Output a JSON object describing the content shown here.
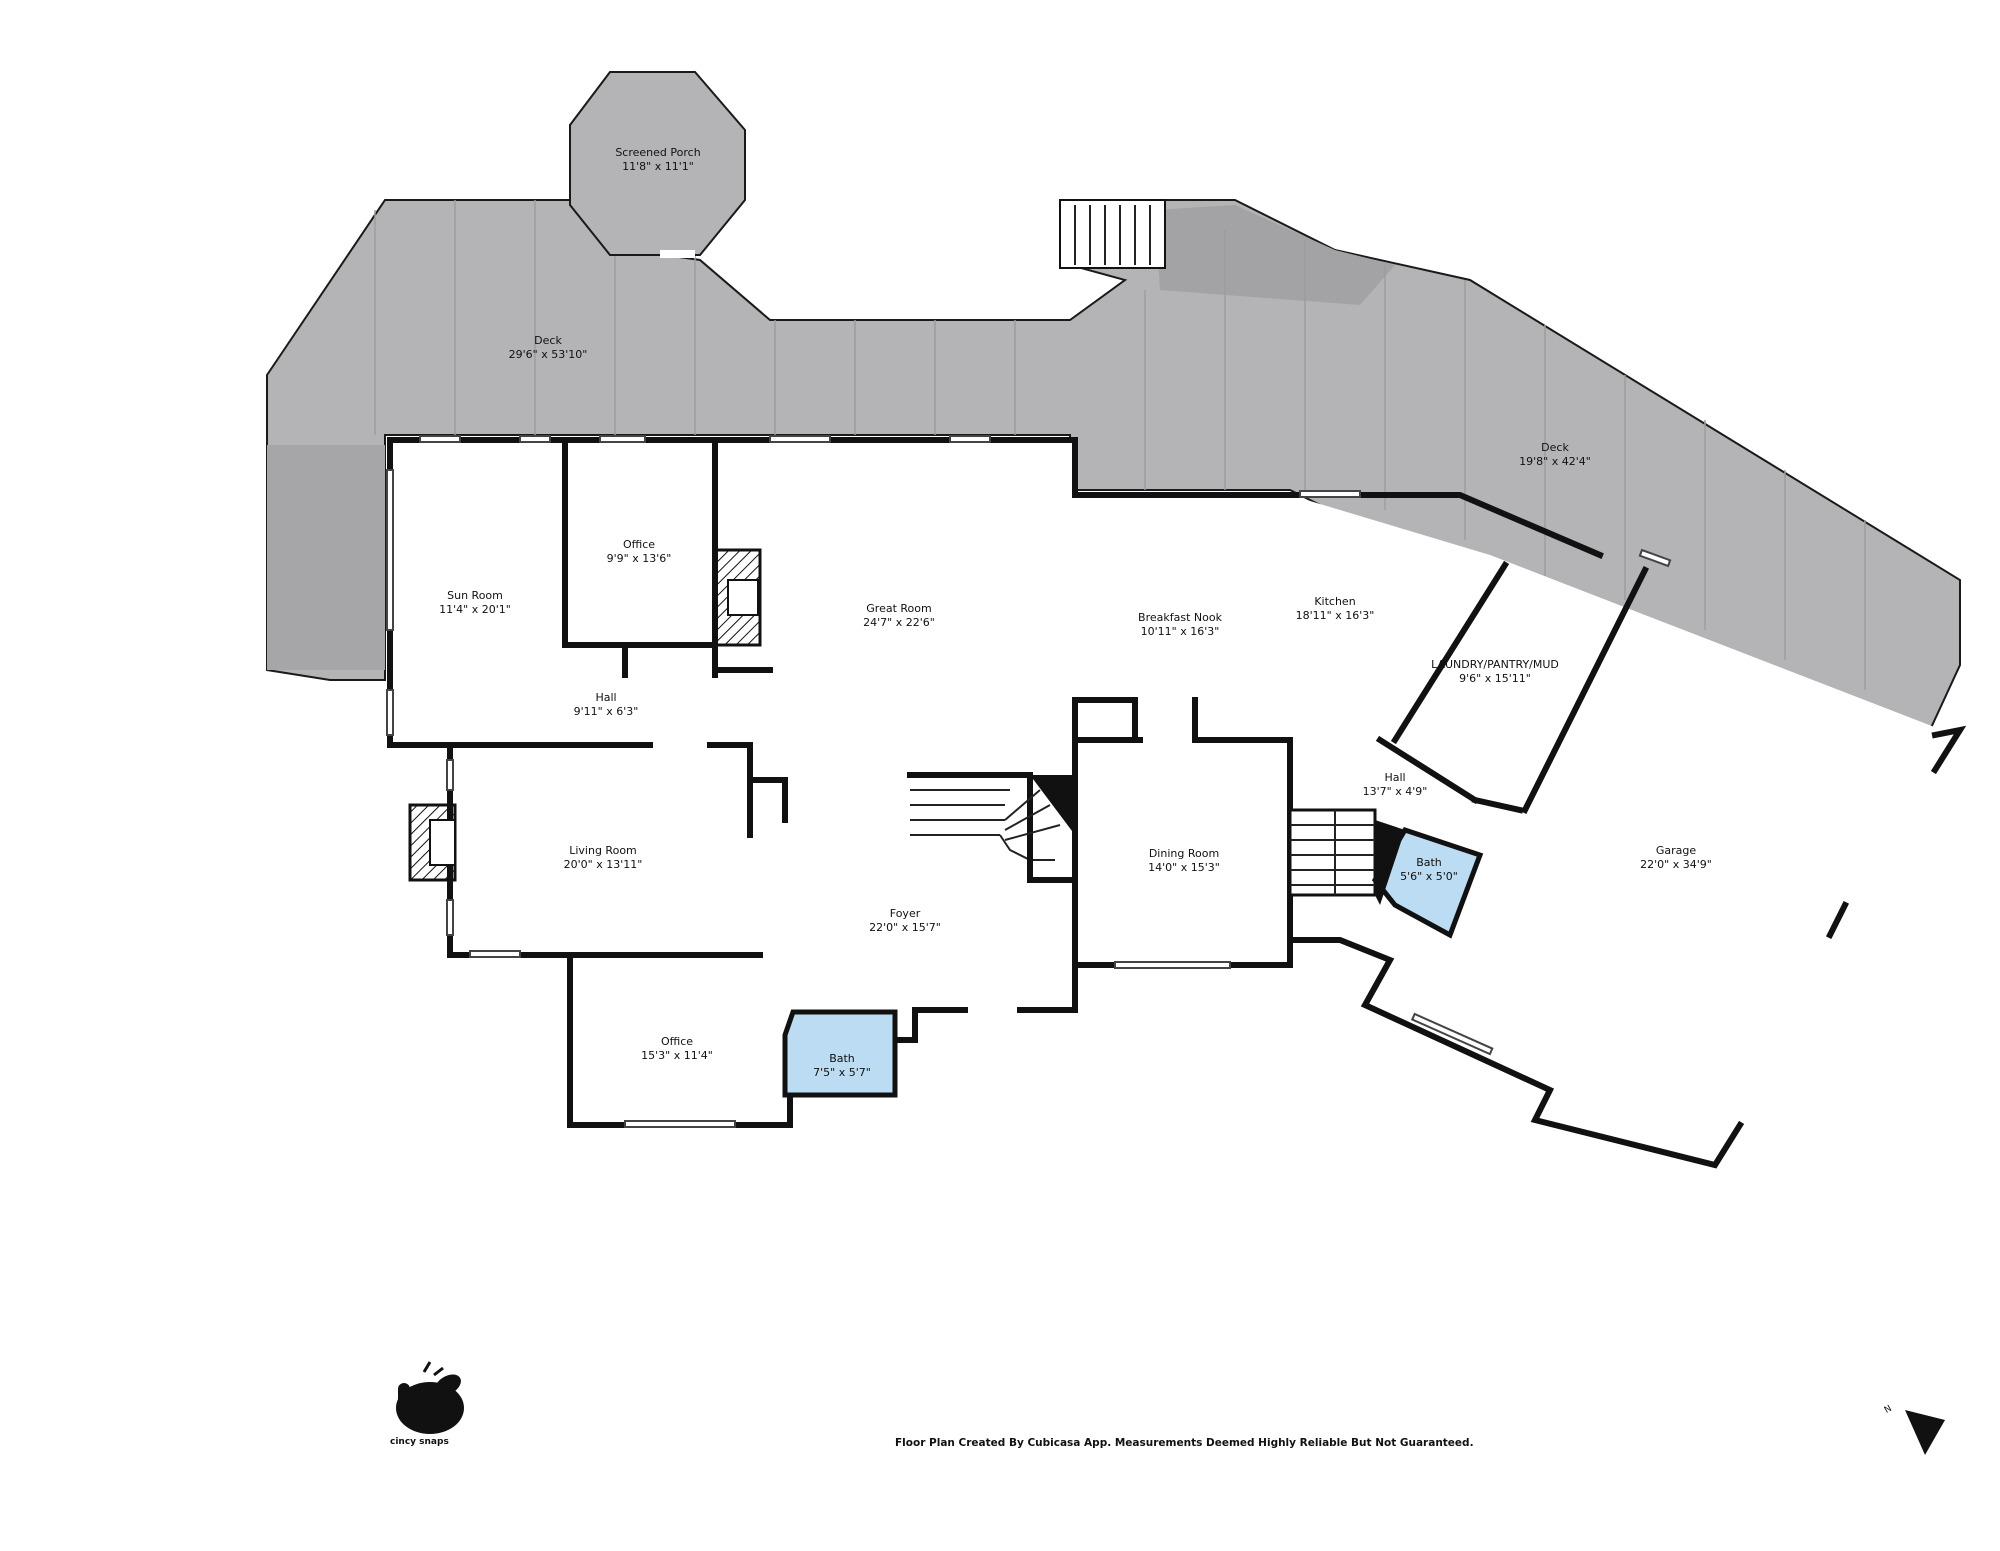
{
  "rooms": {
    "screened_porch": {
      "name": "Screened Porch",
      "size": "11'8\" x 11'1\""
    },
    "deck_main": {
      "name": "Deck",
      "size": "29'6\" x 53'10\""
    },
    "deck_east": {
      "name": "Deck",
      "size": "19'8\" x 42'4\""
    },
    "sun_room": {
      "name": "Sun Room",
      "size": "11'4\" x 20'1\""
    },
    "office_north": {
      "name": "Office",
      "size": "9'9\" x 13'6\""
    },
    "great_room": {
      "name": "Great Room",
      "size": "24'7\" x 22'6\""
    },
    "breakfast_nook": {
      "name": "Breakfast Nook",
      "size": "10'11\" x 16'3\""
    },
    "kitchen": {
      "name": "Kitchen",
      "size": "18'11\" x 16'3\""
    },
    "laundry": {
      "name": "LAUNDRY/PANTRY/MUD",
      "size": "9'6\" x 15'11\""
    },
    "hall_west": {
      "name": "Hall",
      "size": "9'11\" x 6'3\""
    },
    "hall_east": {
      "name": "Hall",
      "size": "13'7\" x 4'9\""
    },
    "living_room": {
      "name": "Living Room",
      "size": "20'0\" x 13'11\""
    },
    "foyer": {
      "name": "Foyer",
      "size": "22'0\" x 15'7\""
    },
    "dining_room": {
      "name": "Dining Room",
      "size": "14'0\" x 15'3\""
    },
    "bath_east": {
      "name": "Bath",
      "size": "5'6\" x 5'0\""
    },
    "garage": {
      "name": "Garage",
      "size": "22'0\" x 34'9\""
    },
    "office_south": {
      "name": "Office",
      "size": "15'3\" x 11'4\""
    },
    "bath_south": {
      "name": "Bath",
      "size": "7'5\" x 5'7\""
    }
  },
  "footer": {
    "disclaimer": "Floor Plan Created By Cubicasa App. Measurements Deemed Highly Reliable But Not Guaranteed."
  },
  "logo": {
    "text": "cincy snaps"
  },
  "compass": {
    "label": "N"
  },
  "colors": {
    "deck": "#b4b4b6",
    "bath": "#bcdcf3",
    "wall": "#111111"
  }
}
